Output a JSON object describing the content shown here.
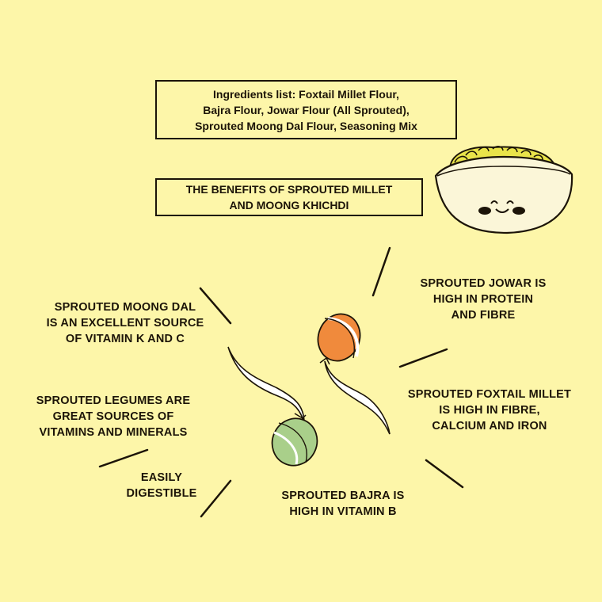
{
  "ingredients_box": {
    "lines": [
      "Ingredients list: Foxtail Millet Flour,",
      "Bajra Flour, Jowar Flour (All Sprouted),",
      "Sprouted Moong Dal Flour, Seasoning Mix"
    ]
  },
  "benefits_heading": {
    "lines": [
      "THE BENEFITS OF SPROUTED MILLET",
      "AND MOONG KHICHDI"
    ]
  },
  "benefits": {
    "jowar": [
      "SPROUTED JOWAR IS",
      "HIGH IN PROTEIN",
      "AND FIBRE"
    ],
    "moong_dal": [
      "SPROUTED MOONG DAL",
      "IS AN EXCELLENT SOURCE",
      "OF VITAMIN K AND C"
    ],
    "foxtail": [
      "SPROUTED FOXTAIL MILLET",
      "IS HIGH IN FIBRE,",
      "CALCIUM AND IRON"
    ],
    "legumes": [
      "SPROUTED LEGUMES ARE",
      "GREAT SOURCES OF",
      "VITAMINS AND MINERALS"
    ],
    "digestible": [
      "EASILY",
      "DIGESTIBLE"
    ],
    "bajra": [
      "SPROUTED BAJRA IS",
      "HIGH IN VITAMIN B"
    ]
  },
  "colors": {
    "background": "#fdf6a9",
    "ink": "#1c1408",
    "bowl": "#fbf6d8",
    "khichdi": "#e9e34a",
    "green_seed": "#a9cf8a",
    "orange_seed": "#f08a3c"
  },
  "icons": [
    "khichdi-bowl-icon",
    "green-sprout-icon",
    "orange-sprout-icon"
  ]
}
